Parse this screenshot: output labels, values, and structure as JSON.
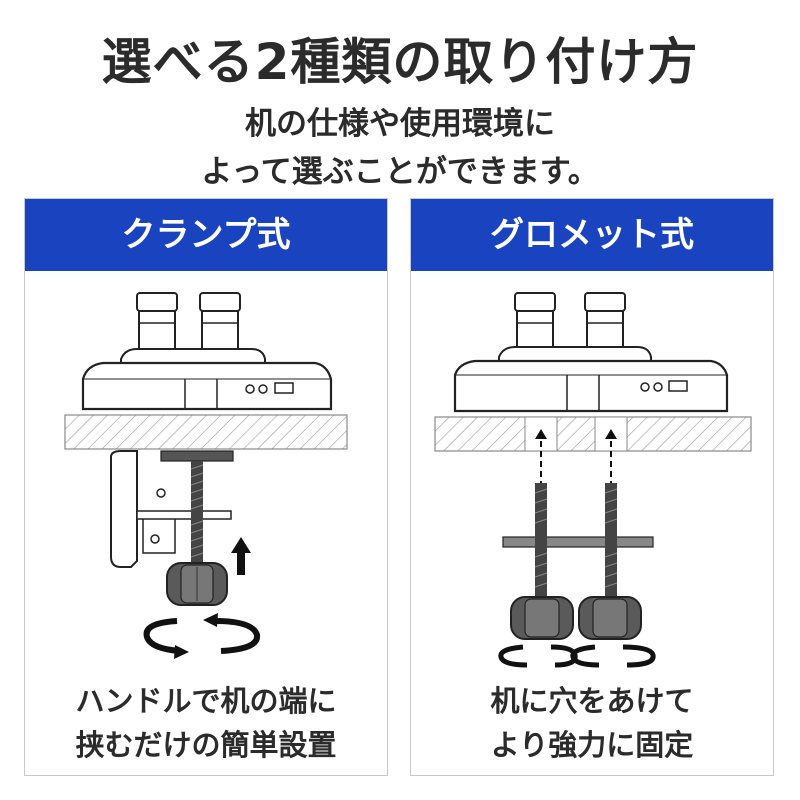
{
  "title": "選べる2種類の取り付け方",
  "subtitle": {
    "line1": "机の仕様や使用環境に",
    "line2": "よって選ぶことができます。"
  },
  "panels": [
    {
      "header": "クランプ式",
      "caption_line1": "ハンドルで机の端に",
      "caption_line2": "挟むだけの簡単設置"
    },
    {
      "header": "グロメット式",
      "caption_line1": "机に穴をあけて",
      "caption_line2": "より強力に固定"
    }
  ],
  "colors": {
    "header_blue": "#1a43c0",
    "text": "#2b2b2b"
  }
}
